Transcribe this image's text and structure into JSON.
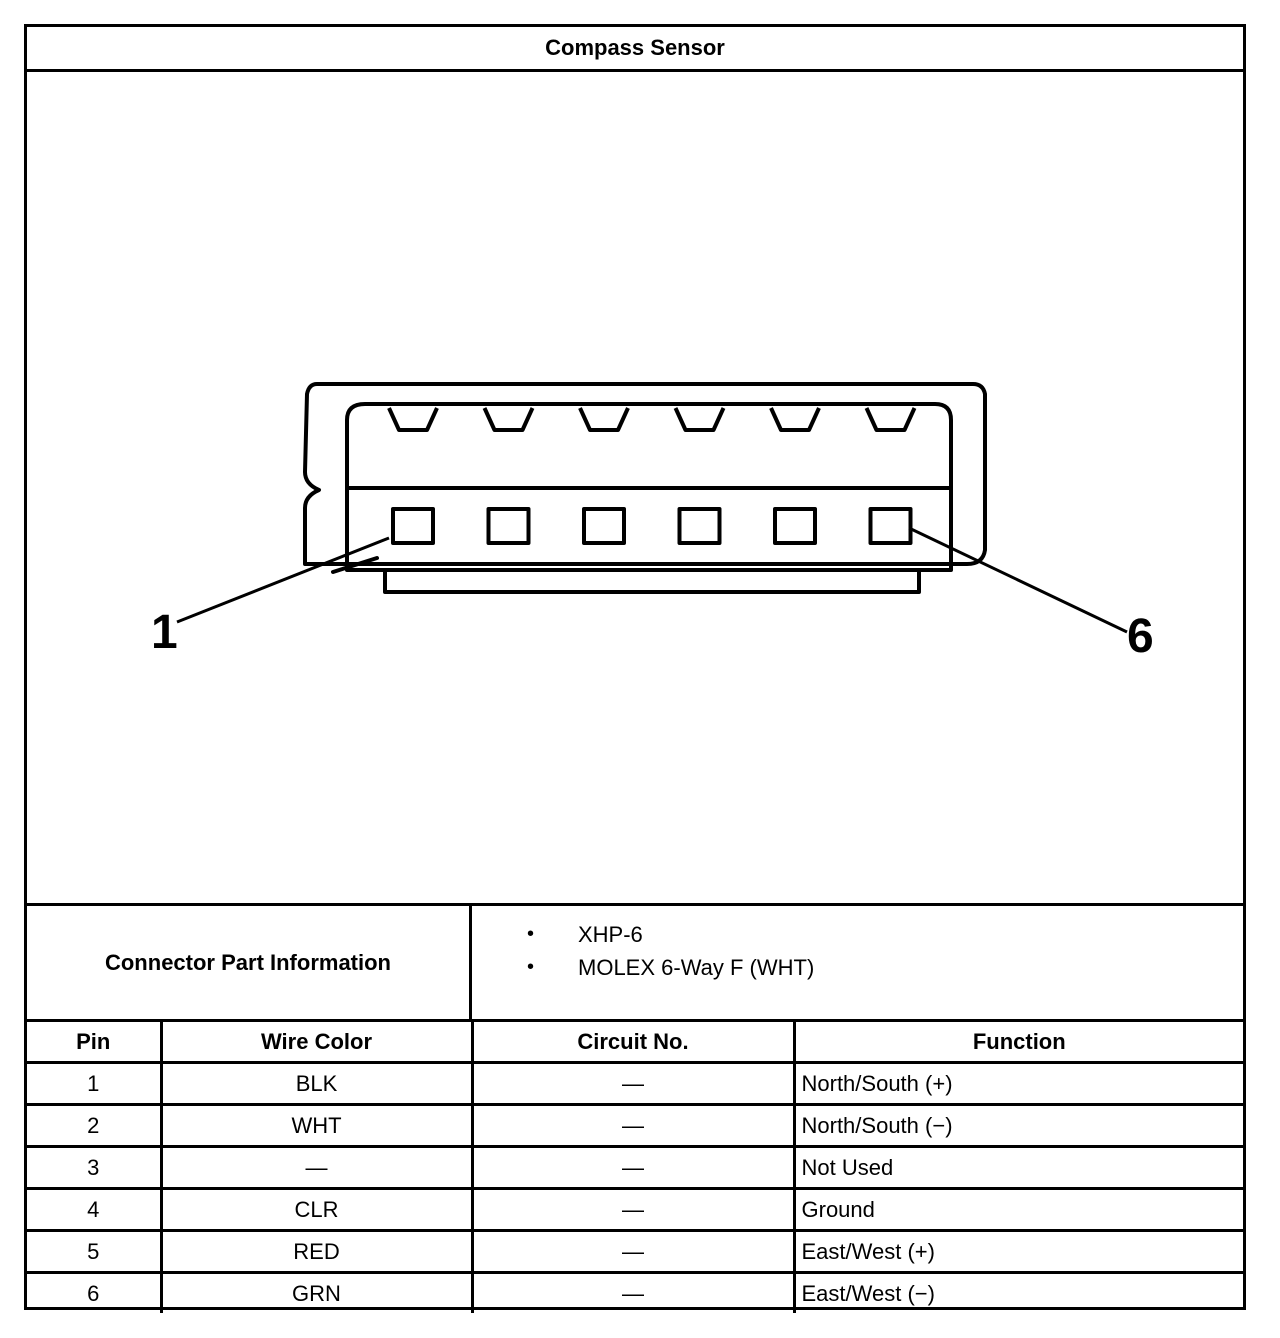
{
  "title": "Compass Sensor",
  "diagram": {
    "callout_left": "1",
    "callout_right": "6",
    "cavity_count": 6
  },
  "connector_info": {
    "label": "Connector Part Information",
    "items": [
      "XHP-6",
      "MOLEX 6-Way F (WHT)"
    ],
    "bullet": "•"
  },
  "table": {
    "headers": [
      "Pin",
      "Wire Color",
      "Circuit No.",
      "Function"
    ],
    "rows": [
      {
        "pin": "1",
        "wire_color": "BLK",
        "circuit": "—",
        "function": "North/South (+)"
      },
      {
        "pin": "2",
        "wire_color": "WHT",
        "circuit": "—",
        "function": "North/South (−)"
      },
      {
        "pin": "3",
        "wire_color": "—",
        "circuit": "—",
        "function": "Not Used"
      },
      {
        "pin": "4",
        "wire_color": "CLR",
        "circuit": "—",
        "function": "Ground"
      },
      {
        "pin": "5",
        "wire_color": "RED",
        "circuit": "—",
        "function": "East/West (+)"
      },
      {
        "pin": "6",
        "wire_color": "GRN",
        "circuit": "—",
        "function": "East/West (−)"
      }
    ]
  }
}
